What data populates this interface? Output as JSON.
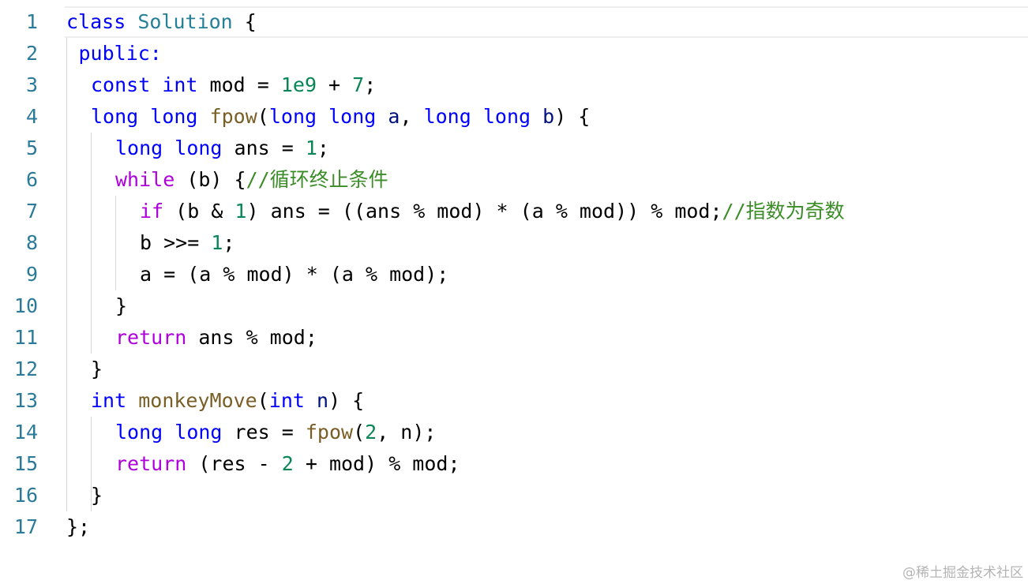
{
  "editor": {
    "lines": [
      {
        "n": "1",
        "indent": 0,
        "tokens": [
          {
            "t": "class",
            "c": "kw"
          },
          {
            "t": " "
          },
          {
            "t": "Solution",
            "c": "ty"
          },
          {
            "t": " {"
          }
        ]
      },
      {
        "n": "2",
        "indent": 1,
        "tokens": [
          {
            "t": "public:",
            "c": "kw"
          }
        ]
      },
      {
        "n": "3",
        "indent": 2,
        "tokens": [
          {
            "t": "const",
            "c": "kw"
          },
          {
            "t": " "
          },
          {
            "t": "int",
            "c": "kw"
          },
          {
            "t": " mod = "
          },
          {
            "t": "1e9",
            "c": "num"
          },
          {
            "t": " + "
          },
          {
            "t": "7",
            "c": "num"
          },
          {
            "t": ";"
          }
        ]
      },
      {
        "n": "4",
        "indent": 2,
        "tokens": [
          {
            "t": "long",
            "c": "kw"
          },
          {
            "t": " "
          },
          {
            "t": "long",
            "c": "kw"
          },
          {
            "t": " "
          },
          {
            "t": "fpow",
            "c": "fn"
          },
          {
            "t": "("
          },
          {
            "t": "long",
            "c": "kw"
          },
          {
            "t": " "
          },
          {
            "t": "long",
            "c": "kw"
          },
          {
            "t": " "
          },
          {
            "t": "a",
            "c": "par"
          },
          {
            "t": ", "
          },
          {
            "t": "long",
            "c": "kw"
          },
          {
            "t": " "
          },
          {
            "t": "long",
            "c": "kw"
          },
          {
            "t": " "
          },
          {
            "t": "b",
            "c": "par"
          },
          {
            "t": ") {"
          }
        ]
      },
      {
        "n": "5",
        "indent": 4,
        "tokens": [
          {
            "t": "long",
            "c": "kw"
          },
          {
            "t": " "
          },
          {
            "t": "long",
            "c": "kw"
          },
          {
            "t": " ans = "
          },
          {
            "t": "1",
            "c": "num"
          },
          {
            "t": ";"
          }
        ]
      },
      {
        "n": "6",
        "indent": 4,
        "tokens": [
          {
            "t": "while",
            "c": "ctl"
          },
          {
            "t": " (b) {"
          },
          {
            "t": "//循环终止条件",
            "c": "cm"
          }
        ]
      },
      {
        "n": "7",
        "indent": 6,
        "tokens": [
          {
            "t": "if",
            "c": "ctl"
          },
          {
            "t": " (b & "
          },
          {
            "t": "1",
            "c": "num"
          },
          {
            "t": ") ans = ((ans % mod) * (a % mod)) % mod;"
          },
          {
            "t": "//指数为奇数",
            "c": "cm"
          }
        ]
      },
      {
        "n": "8",
        "indent": 6,
        "tokens": [
          {
            "t": "b >>= "
          },
          {
            "t": "1",
            "c": "num"
          },
          {
            "t": ";"
          }
        ]
      },
      {
        "n": "9",
        "indent": 6,
        "tokens": [
          {
            "t": "a = (a % mod) * (a % mod);"
          }
        ]
      },
      {
        "n": "10",
        "indent": 4,
        "tokens": [
          {
            "t": "}"
          }
        ]
      },
      {
        "n": "11",
        "indent": 4,
        "tokens": [
          {
            "t": "return",
            "c": "ctl"
          },
          {
            "t": " ans % mod;"
          }
        ]
      },
      {
        "n": "12",
        "indent": 2,
        "tokens": [
          {
            "t": "}"
          }
        ]
      },
      {
        "n": "13",
        "indent": 2,
        "tokens": [
          {
            "t": "int",
            "c": "kw"
          },
          {
            "t": " "
          },
          {
            "t": "monkeyMove",
            "c": "fn"
          },
          {
            "t": "("
          },
          {
            "t": "int",
            "c": "kw"
          },
          {
            "t": " "
          },
          {
            "t": "n",
            "c": "par"
          },
          {
            "t": ") {"
          }
        ]
      },
      {
        "n": "14",
        "indent": 4,
        "tokens": [
          {
            "t": "long",
            "c": "kw"
          },
          {
            "t": " "
          },
          {
            "t": "long",
            "c": "kw"
          },
          {
            "t": " res = "
          },
          {
            "t": "fpow",
            "c": "fn"
          },
          {
            "t": "("
          },
          {
            "t": "2",
            "c": "num"
          },
          {
            "t": ", n);"
          }
        ]
      },
      {
        "n": "15",
        "indent": 4,
        "tokens": [
          {
            "t": "return",
            "c": "ctl"
          },
          {
            "t": " (res - "
          },
          {
            "t": "2",
            "c": "num"
          },
          {
            "t": " + mod) % mod;"
          }
        ]
      },
      {
        "n": "16",
        "indent": 2,
        "tokens": [
          {
            "t": "}"
          }
        ]
      },
      {
        "n": "17",
        "indent": 0,
        "tokens": [
          {
            "t": "};"
          }
        ]
      }
    ]
  },
  "watermark": "@稀土掘金技术社区",
  "colors": {
    "keyword": "#0000ff",
    "control": "#af00db",
    "type": "#267f99",
    "function": "#795e26",
    "number": "#098658",
    "parameter": "#001080",
    "comment": "#3c8c28",
    "line_number": "#2b7a9a"
  }
}
